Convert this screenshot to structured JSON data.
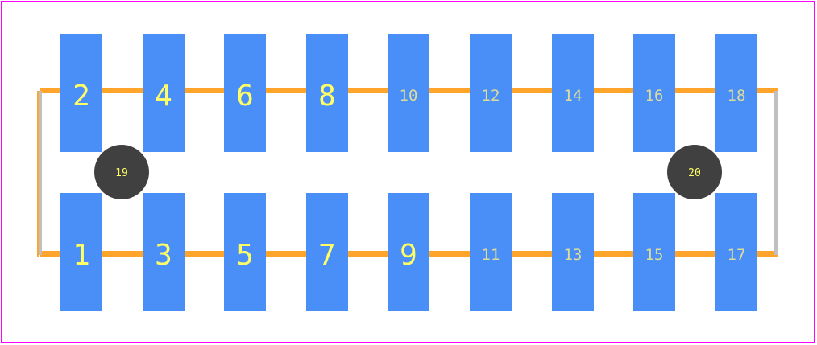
{
  "colors": {
    "pad": "#4a8ff7",
    "outline": "#ffa52b",
    "outline_inner": "#c0c0c0",
    "board": "#ff00ff",
    "mount_hole": "#404040",
    "label_large": "#ffff66",
    "label_small": "#dddd99"
  },
  "pads_top": [
    "2",
    "4",
    "6",
    "8",
    "10",
    "12",
    "14",
    "16",
    "18"
  ],
  "pads_bottom": [
    "1",
    "3",
    "5",
    "7",
    "9",
    "11",
    "13",
    "15",
    "17"
  ],
  "mount_holes": [
    "19",
    "20"
  ]
}
